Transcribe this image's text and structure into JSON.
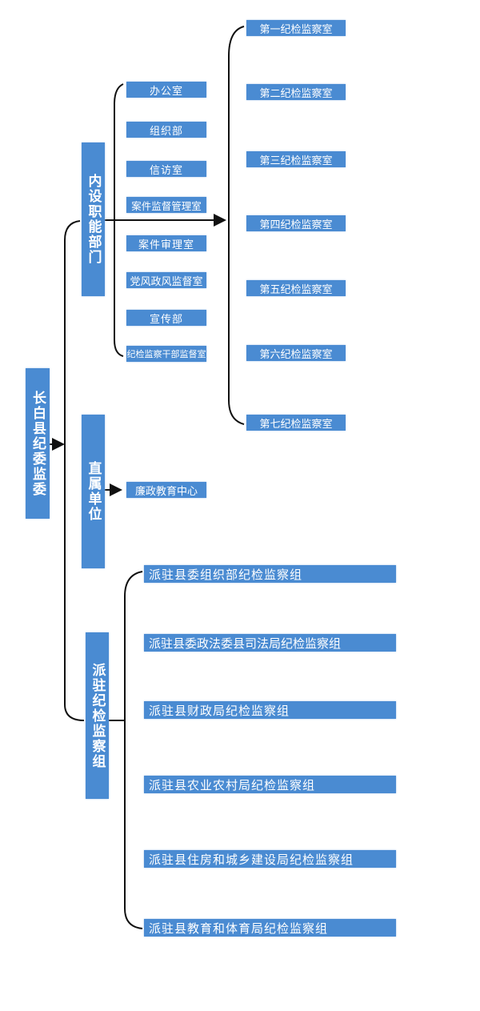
{
  "root": "长白县纪委监委",
  "branches": {
    "internal": {
      "label": "内设职能部门",
      "items": [
        "办公室",
        "组织部",
        "信访室",
        "案件监督管理室",
        "案件审理室",
        "党风政风监督室",
        "宣传部",
        "纪检监察干部监督室"
      ],
      "rooms": [
        "第一纪检监察室",
        "第二纪检监察室",
        "第三纪检监察室",
        "第四纪检监察室",
        "第五纪检监察室",
        "第六纪检监察室",
        "第七纪检监察室"
      ]
    },
    "direct": {
      "label": "直属单位",
      "items": [
        "廉政教育中心"
      ]
    },
    "stationed": {
      "label": "派驻纪检监察组",
      "items": [
        "派驻县委组织部纪检监察组",
        "派驻县委政法委县司法局纪检监察组",
        "派驻县财政局纪检监察组",
        "派驻县农业农村局纪检监察组",
        "派驻县住房和城乡建设局纪检监察组",
        "派驻县教育和体育局纪检监察组"
      ]
    }
  }
}
